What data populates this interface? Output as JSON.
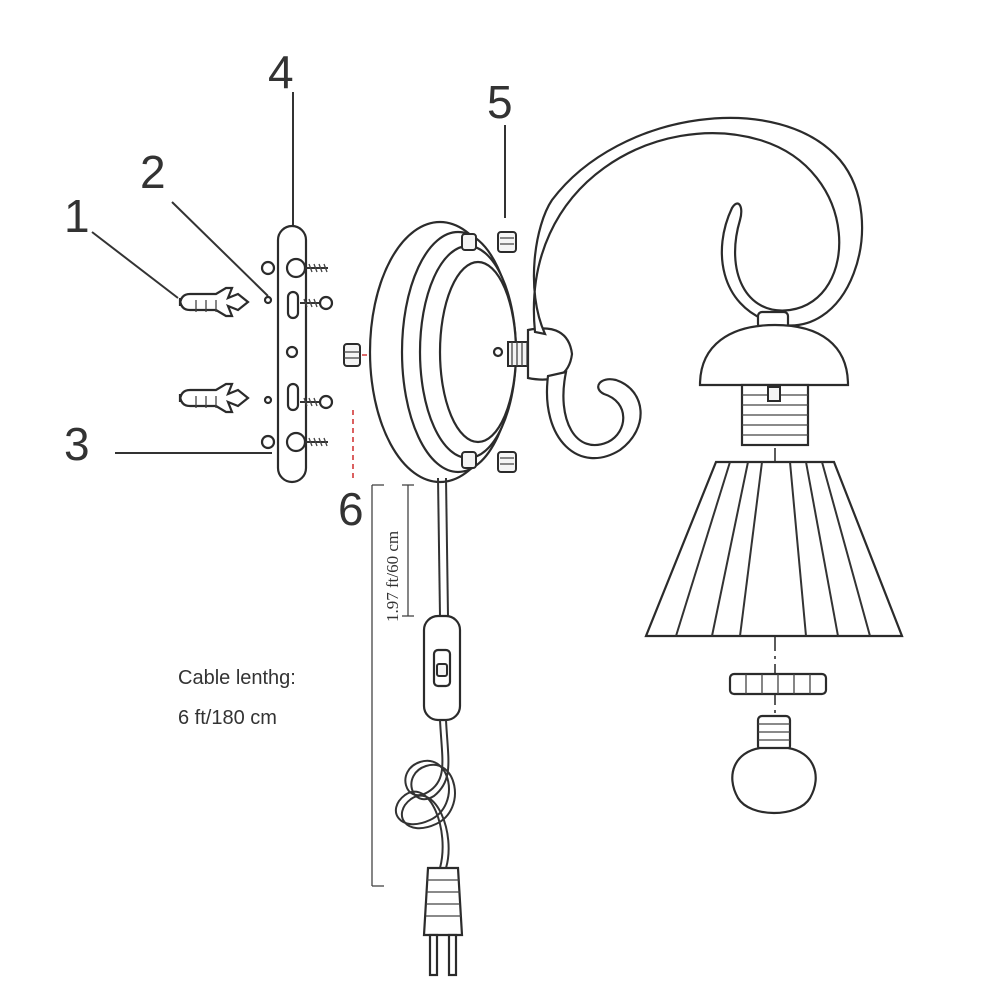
{
  "diagram": {
    "labels": {
      "part1": "1",
      "part2": "2",
      "part3": "3",
      "part4": "4",
      "part5": "5",
      "part6": "6"
    },
    "dimension_short": "1.97 ft/60 cm",
    "cable_line1": "Cable lenthg:",
    "cable_line2": "6 ft/180 cm",
    "colors": {
      "line": "#333333",
      "guide_red": "#d23a3a",
      "background": "#ffffff"
    }
  }
}
